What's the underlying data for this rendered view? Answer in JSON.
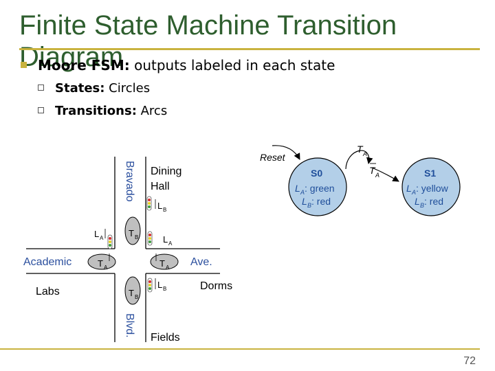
{
  "slide": {
    "title": "Finite State Machine Transition Diagram",
    "bullet": {
      "bold": "Moore FSM:",
      "rest": " outputs labeled in each state"
    },
    "subbullets": [
      {
        "bold": "States:",
        "rest": " Circles"
      },
      {
        "bold": "Transitions:",
        "rest": " Arcs"
      }
    ],
    "page_number": "72"
  },
  "map": {
    "streets": {
      "bravado": "Bravado",
      "blvd": "Blvd.",
      "academic": "Academic",
      "ave": "Ave."
    },
    "places": {
      "dining": "Dining",
      "hall": "Hall",
      "labs": "Labs",
      "dorms": "Dorms",
      "fields": "Fields"
    },
    "signals": {
      "LA": "L",
      "LB": "L",
      "LA_sub": "A",
      "LB_sub": "B"
    },
    "sensors": {
      "T": "T",
      "TA_sub": "A",
      "TB_sub": "B"
    }
  },
  "fsm": {
    "reset": "Reset",
    "s0": {
      "name": "S0",
      "out1_var": "L",
      "out1_sub": "A",
      "out1_val": ": green",
      "out2_var": "L",
      "out2_sub": "B",
      "out2_val": ": red"
    },
    "s1": {
      "name": "S1",
      "out1_var": "L",
      "out1_sub": "A",
      "out1_val": ": yellow",
      "out2_var": "L",
      "out2_sub": "B",
      "out2_val": ": red"
    },
    "self_loop": {
      "var": "T",
      "sub": "A"
    },
    "transition": {
      "var": "T",
      "sub": "A"
    }
  },
  "colors": {
    "title": "#2e5e2e",
    "accent": "#c9b33f",
    "state_fill": "#b3cfe8",
    "state_text": "#1f4e9a",
    "sensor_fill": "#bfbfbf"
  }
}
